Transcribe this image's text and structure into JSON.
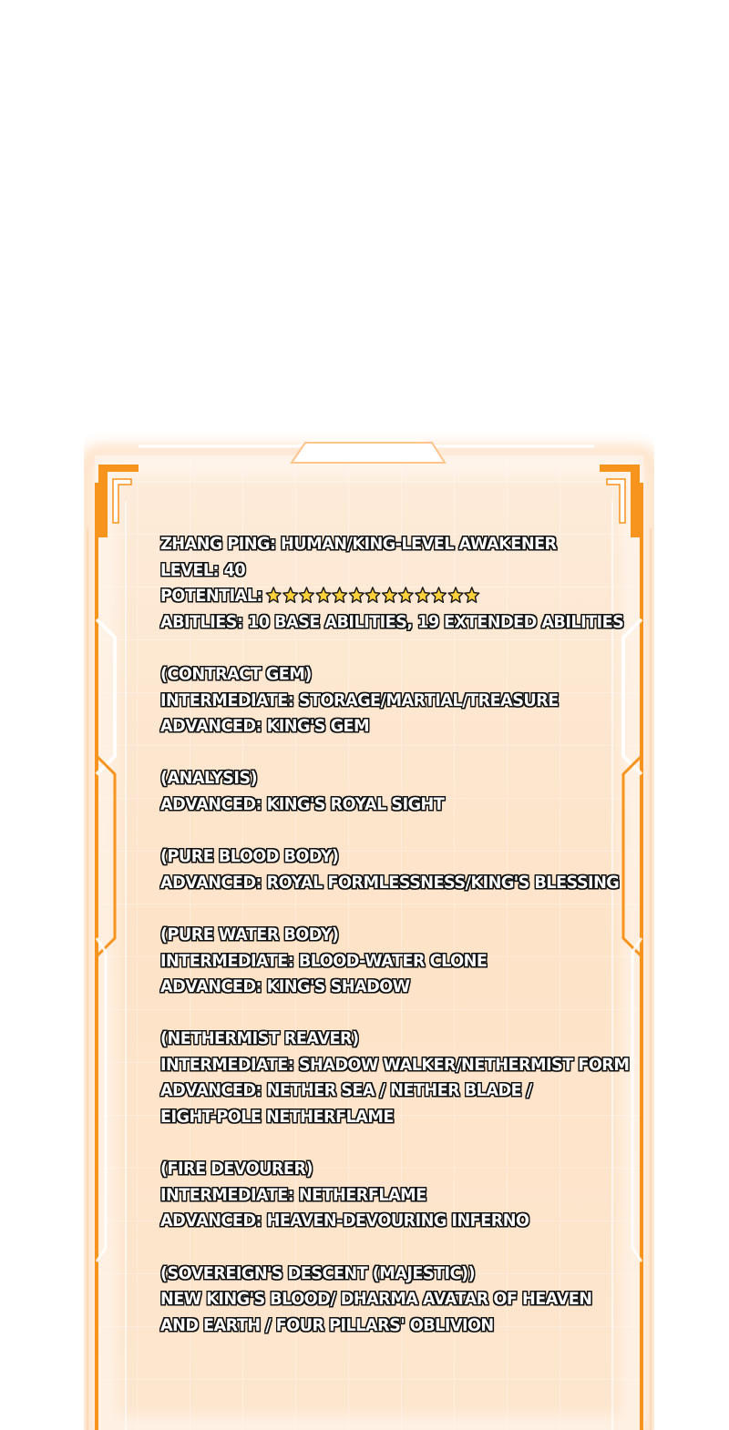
{
  "colors": {
    "panel_fill": "#fde6cf",
    "frame_orange": "#f7941d",
    "glow": "#ffb36b",
    "star_fill": "#ffd23c",
    "text": "#ffffff",
    "text_outline": "#111111"
  },
  "status": {
    "name_line": "ZHANG PING: HUMAN/KING-LEVEL AWAKENER",
    "level_line": "LEVEL: 40",
    "potential_label": "POTENTIAL:",
    "potential_stars": 13,
    "abilities_line": "ABITLIES: 10 BASE ABILITIES, 19 EXTENDED ABILITIES"
  },
  "sections": {
    "contract_gem": {
      "heading": "(CONTRACT GEM)",
      "intermediate": "INTERMEDIATE: STORAGE/MARTIAL/TREASURE",
      "advanced": "ADVANCED: KING'S GEM"
    },
    "analysis": {
      "heading": "(ANALYSIS)",
      "advanced": "ADVANCED: KING'S ROYAL SIGHT"
    },
    "pure_blood_body": {
      "heading": "(PURE BLOOD BODY)",
      "advanced": "ADVANCED: ROYAL FORMLESSNESS/KING'S BLESSING"
    },
    "pure_water_body": {
      "heading": "(PURE WATER BODY)",
      "intermediate": "INTERMEDIATE: BLOOD-WATER CLONE",
      "advanced": "ADVANCED: KING'S SHADOW"
    },
    "nethermist_reaver": {
      "heading": "(NETHERMIST REAVER)",
      "intermediate": "INTERMEDIATE: SHADOW WALKER/NETHERMIST FORM",
      "advanced_1": "ADVANCED: NETHER SEA / NETHER BLADE /",
      "advanced_2": "EIGHT-POLE NETHERFLAME"
    },
    "fire_devourer": {
      "heading": "(FIRE DEVOURER)",
      "intermediate": "INTERMEDIATE: NETHERFLAME",
      "advanced": "ADVANCED: HEAVEN-DEVOURING INFERNO"
    },
    "sovereigns_descent": {
      "heading": "(SOVEREIGN'S DESCENT (MAJESTIC))",
      "line_1": "NEW KING'S BLOOD/ DHARMA AVATAR OF HEAVEN",
      "line_2": "AND EARTH / FOUR PILLARS' OBLIVION"
    }
  }
}
